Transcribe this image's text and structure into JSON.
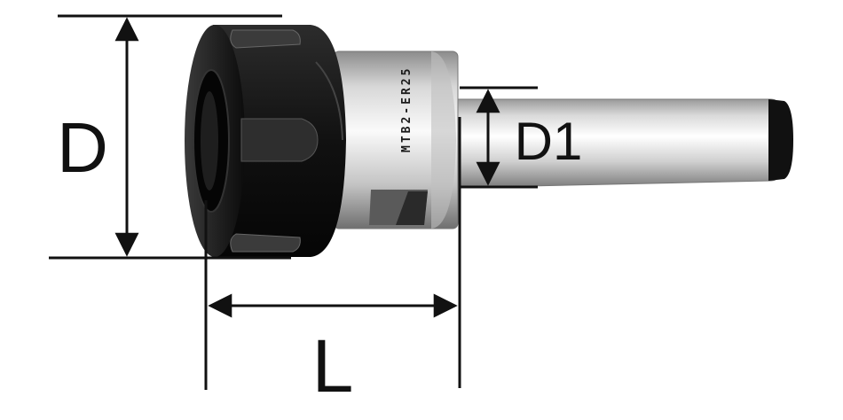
{
  "dimensions": {
    "d_label": "D",
    "d1_label": "D1",
    "l_label": "L"
  },
  "product": {
    "engraving": "MTB2-ER25"
  },
  "colors": {
    "line": "#111111",
    "nut_black": "#151515",
    "steel_light": "#eeeeee",
    "steel_dark": "#8a8a8a"
  }
}
